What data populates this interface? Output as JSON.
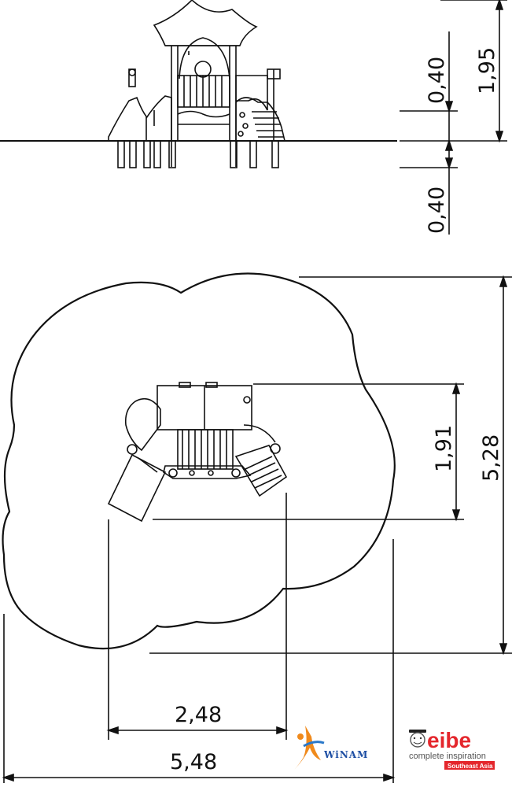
{
  "elevation": {
    "height_total": "1,95",
    "height_platform": "0,40",
    "depth_foundation": "0,40"
  },
  "plan": {
    "depth_equipment": "1,91",
    "depth_safety_area": "5,28",
    "width_equipment": "2,48",
    "width_safety_area": "5,48"
  },
  "logos": {
    "winam": {
      "text": "WiNAM",
      "colors": {
        "text": "#1d4ea3",
        "figure_orange": "#f08a1c",
        "figure_blue": "#2a78c9"
      }
    },
    "eibe": {
      "wordmark": "eibe",
      "tagline": "complete inspiration",
      "badge": "Southeast Asia",
      "colors": {
        "wordmark": "#e4262c",
        "badge_bg": "#e4262c",
        "tagline": "#555555"
      }
    }
  }
}
